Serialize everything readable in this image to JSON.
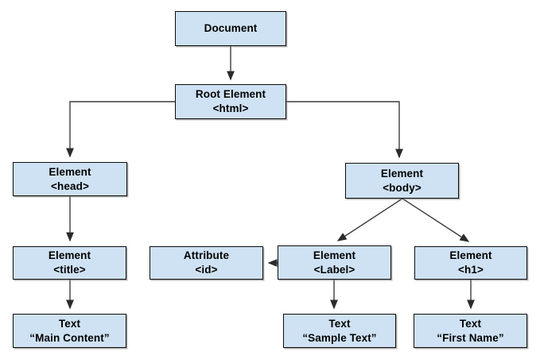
{
  "diagram": {
    "type": "dom-tree",
    "background_color": "#ffffff",
    "node_fill_color": "#cfe2f3",
    "node_border_color": "#0d0d0d",
    "connector_color": "#3d3d3d"
  },
  "nodes": [
    {
      "id": "document",
      "line1": "Document",
      "line2": ""
    },
    {
      "id": "root-element-html",
      "line1": "Root Element",
      "line2": "<html>"
    },
    {
      "id": "element-head",
      "line1": "Element",
      "line2": "<head>"
    },
    {
      "id": "element-body",
      "line1": "Element",
      "line2": "<body>"
    },
    {
      "id": "element-title",
      "line1": "Element",
      "line2": "<title>"
    },
    {
      "id": "attribute-id",
      "line1": "Attribute",
      "line2": "<id>"
    },
    {
      "id": "element-label",
      "line1": "Element",
      "line2": "<Label>"
    },
    {
      "id": "element-h1",
      "line1": "Element",
      "line2": "<h1>"
    },
    {
      "id": "text-main-content",
      "line1": "Text",
      "line2": "“Main Content”"
    },
    {
      "id": "text-sample-text",
      "line1": "Text",
      "line2": "“Sample Text”"
    },
    {
      "id": "text-first-name",
      "line1": "Text",
      "line2": "“First Name”"
    }
  ],
  "edges": [
    {
      "from": "document",
      "to": "root-element-html"
    },
    {
      "from": "root-element-html",
      "to": "element-head"
    },
    {
      "from": "root-element-html",
      "to": "element-body"
    },
    {
      "from": "element-head",
      "to": "element-title"
    },
    {
      "from": "element-title",
      "to": "text-main-content"
    },
    {
      "from": "element-body",
      "to": "element-label"
    },
    {
      "from": "element-body",
      "to": "element-h1"
    },
    {
      "from": "element-label",
      "to": "attribute-id"
    },
    {
      "from": "element-label",
      "to": "text-sample-text"
    },
    {
      "from": "element-h1",
      "to": "text-first-name"
    }
  ]
}
